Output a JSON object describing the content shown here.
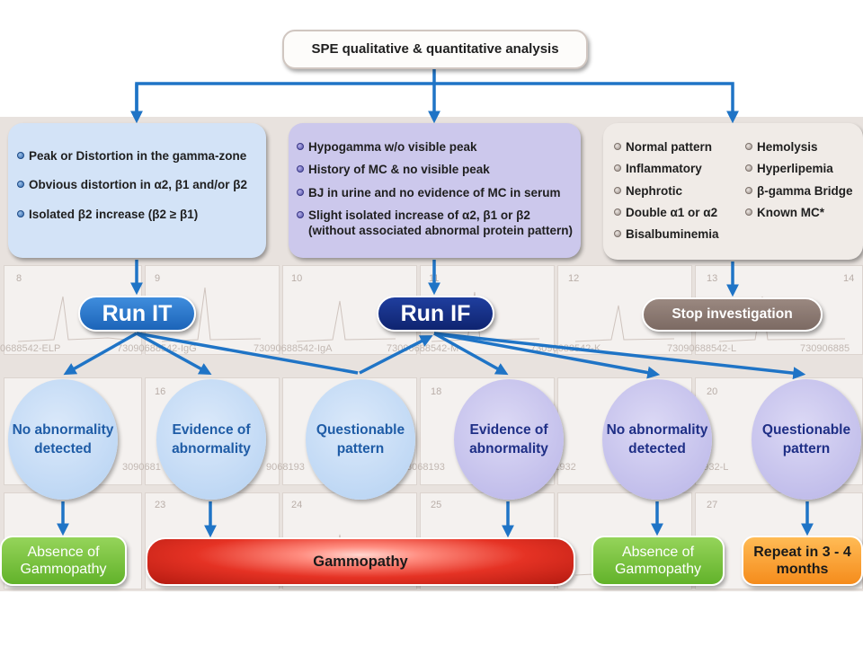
{
  "top": {
    "title": "SPE qualitative & quantitative analysis"
  },
  "left_box": {
    "items": [
      "Peak or Distortion in the gamma-zone",
      "Obvious distortion in α2, β1 and/or β2",
      "Isolated β2 increase (β2 ≥ β1)"
    ]
  },
  "mid_box": {
    "items": [
      "Hypogamma w/o visible peak",
      "History of MC & no visible peak",
      "BJ in urine and no evidence of MC in serum",
      "Slight isolated increase of α2, β1 or β2 (without associated abnormal protein pattern)"
    ]
  },
  "right_box": {
    "col1": [
      "Normal pattern",
      "Inflammatory",
      "Nephrotic",
      "Double α1 or α2",
      "Bisalbuminemia"
    ],
    "col2": [
      "Hemolysis",
      "Hyperlipemia",
      "β-gamma Bridge",
      "Known MC*"
    ]
  },
  "actions": {
    "run_it": "Run IT",
    "run_if": "Run IF",
    "stop": "Stop investigation"
  },
  "circles": {
    "no_abn_it": "No abnormality detected",
    "evidence_it": "Evidence of abnormality",
    "questionable_it": "Questionable pattern",
    "evidence_if": "Evidence of abnormality",
    "no_abn_if": "No abnormality detected",
    "questionable_if": "Questionable pattern"
  },
  "outcomes": {
    "absence_1": "Absence of Gammopathy",
    "gammopathy": "Gammopathy",
    "absence_2": "Absence of Gammopathy",
    "repeat": "Repeat in 3 - 4 months"
  },
  "background": {
    "numbers": [
      "8",
      "9",
      "10",
      "11",
      "12",
      "13",
      "14",
      "16",
      "18",
      "20",
      "23",
      "24",
      "25",
      "27"
    ],
    "codes": [
      "0688542-ELP",
      "73090688542-IgG",
      "73090688542-IgA",
      "73090688542-M",
      "73090688542-K",
      "73090688542-L",
      "730906885",
      "3090681",
      "9068193",
      "3068193",
      "681932",
      "1681932",
      "81932-L"
    ]
  },
  "colors": {
    "arrow": "#1f74c6",
    "run_it": "#2a78cc",
    "run_if": "#172f88",
    "stop": "#8a776f",
    "green": "#7cc544",
    "red": "#e53224",
    "orange": "#f8a23a"
  }
}
